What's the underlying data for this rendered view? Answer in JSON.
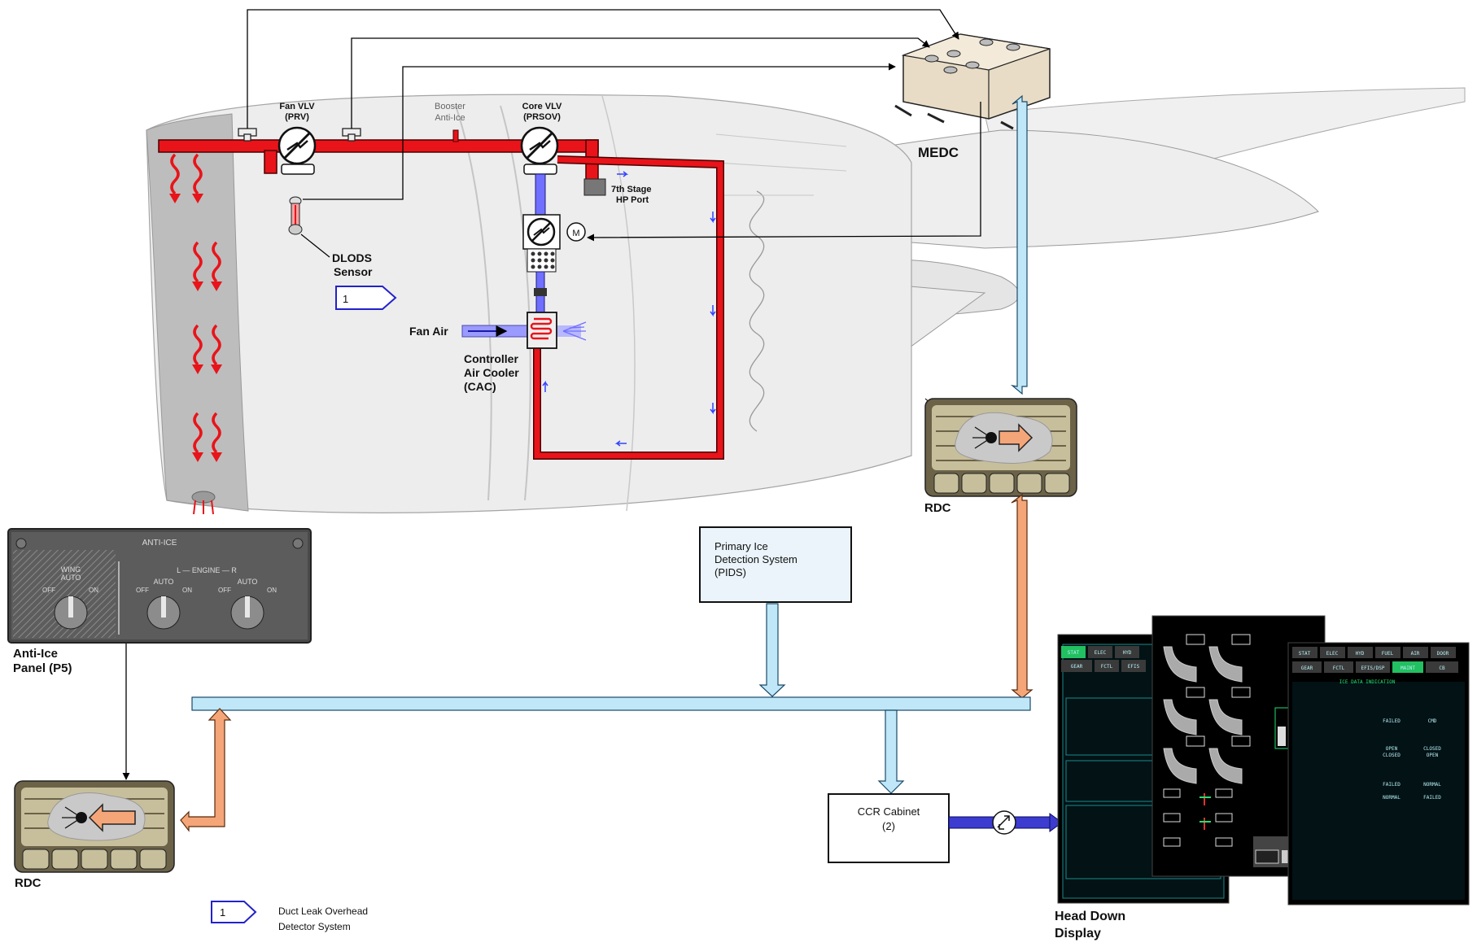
{
  "labels": {
    "fan_vlv": [
      "Fan VLV",
      "(PRV)"
    ],
    "booster_anti_ice": [
      "Booster",
      "Anti-Ice"
    ],
    "core_vlv": [
      "Core VLV",
      "(PRSOV)"
    ],
    "seventh_stage": [
      "7th Stage",
      "HP Port"
    ],
    "medc": "MEDC",
    "dlods_sensor": [
      "DLODS",
      "Sensor"
    ],
    "dlods_ref": "1",
    "fan_air": "Fan Air",
    "cac": [
      "Controller",
      "Air Cooler",
      "(CAC)"
    ],
    "motor": "M",
    "rdc_right": "RDC",
    "rdc_left": "RDC",
    "pids": [
      "Primary Ice",
      "Detection System",
      "(PIDS)"
    ],
    "ccr": [
      "CCR Cabinet",
      "(2)"
    ],
    "anti_ice_panel": [
      "Anti-Ice",
      "Panel (P5)"
    ],
    "head_down_display": [
      "Head Down",
      "Display"
    ],
    "legend_ref": "1",
    "legend_text": [
      "Duct Leak Overhead",
      "Detector System"
    ]
  },
  "panel": {
    "title": "ANTI-ICE",
    "engine": "L — ENGINE — R",
    "wing": [
      "WING",
      "AUTO"
    ],
    "off": "OFF",
    "auto": "AUTO",
    "on": "ON"
  },
  "screens": {
    "left_tabs": [
      "STAT",
      "ELEC",
      "HYD",
      "GEAR",
      "FCTL",
      "EFIS"
    ],
    "right_tabs": [
      "STAT",
      "ELEC",
      "HYD",
      "FUEL",
      "AIR",
      "DOOR",
      "GEAR",
      "FCTL",
      "EFIS/DSP",
      "MAINT",
      "CB"
    ],
    "right_header": "ICE DATA INDICATION",
    "right_values": [
      "FAILED",
      "CMD",
      "OPEN",
      "CLOSED",
      "CLOSED",
      "OPEN",
      "FAILED",
      "NORMAL",
      "NORMAL",
      "FAILED"
    ]
  },
  "colors": {
    "hot_air": "#e8141a",
    "cold_air": "#7878ff",
    "data_bus": "#bfe7f7",
    "rdc_link": "#f4a679",
    "nacelle": "#ededed"
  }
}
